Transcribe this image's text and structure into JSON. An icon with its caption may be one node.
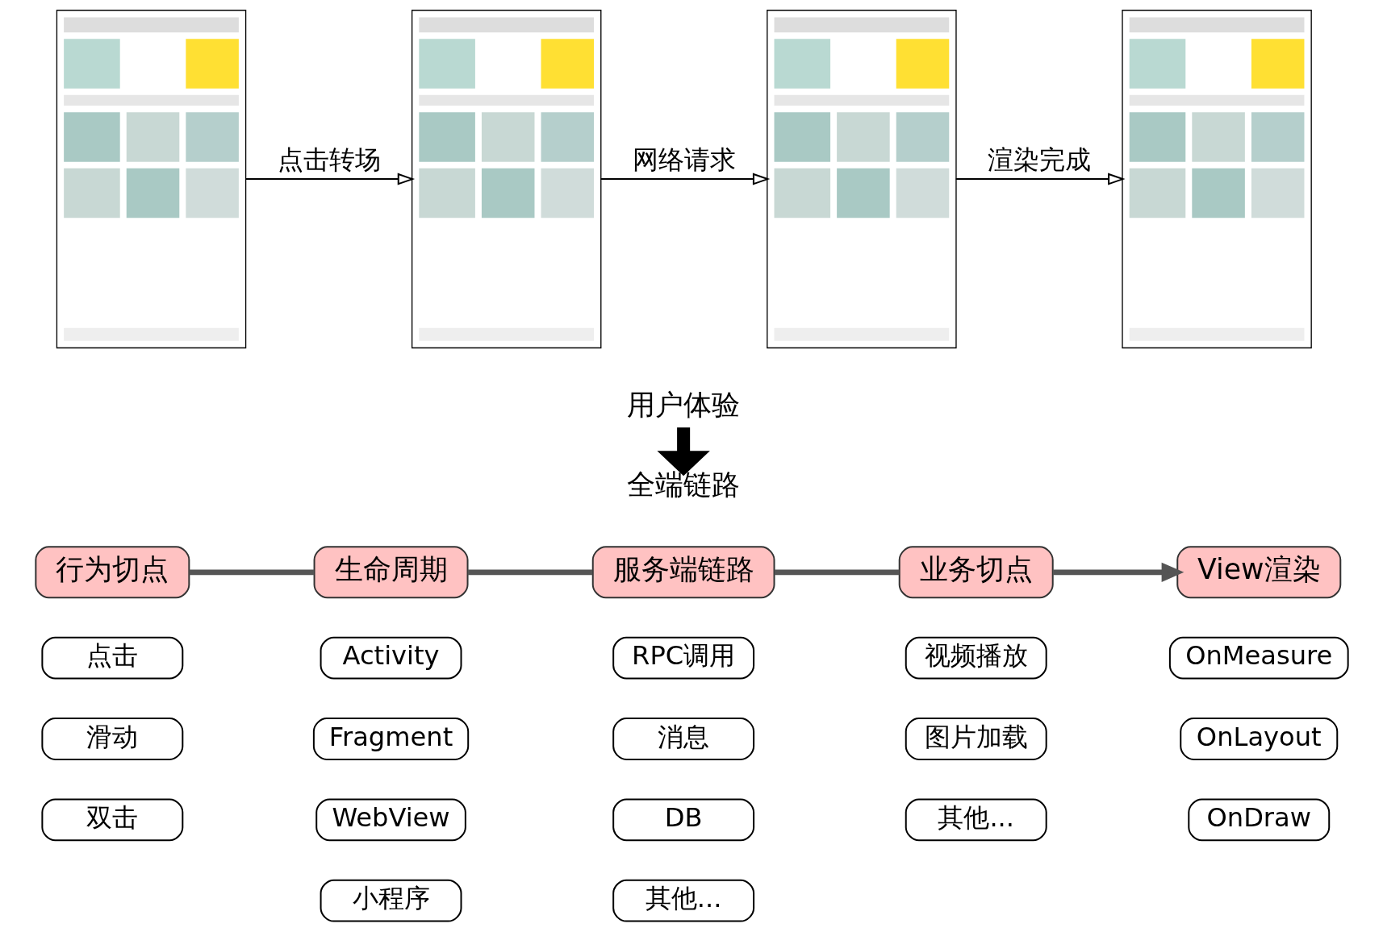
{
  "diagram": {
    "nodes": [
      {
        "text": [],
        "shape": "picture"
      },
      {
        "text": [],
        "shape": "picture"
      },
      {
        "text": [],
        "shape": "picture"
      },
      {
        "text": [],
        "shape": "picture"
      },
      {
        "text": [
          "用户体验"
        ]
      },
      {
        "text": [
          "全端链路"
        ]
      },
      {
        "text": [
          "行为切点"
        ]
      },
      {
        "text": [
          "生命周期"
        ]
      },
      {
        "text": [
          "服务端链路"
        ]
      },
      {
        "text": [
          "业务切点"
        ]
      },
      {
        "text": [
          "View渲染"
        ]
      },
      {
        "text": [
          "点击"
        ]
      },
      {
        "text": [
          "滑动"
        ]
      },
      {
        "text": [
          "双击"
        ]
      },
      {
        "text": [
          "Activity"
        ]
      },
      {
        "text": [
          "Fragment"
        ]
      },
      {
        "text": [
          "WebView"
        ]
      },
      {
        "text": [
          "小程序"
        ]
      },
      {
        "text": [
          "RPC调用"
        ]
      },
      {
        "text": [
          "消息"
        ]
      },
      {
        "text": [
          "DB"
        ]
      },
      {
        "text": [
          "其他..."
        ]
      },
      {
        "text": [
          "视频播放"
        ]
      },
      {
        "text": [
          "图片加载"
        ]
      },
      {
        "text": [
          "其他..."
        ]
      },
      {
        "text": [
          "OnMeasure"
        ]
      },
      {
        "text": [
          "OnLayout"
        ]
      },
      {
        "text": [
          "OnDraw"
        ]
      }
    ],
    "edges": [
      {
        "from": 0,
        "to": 1,
        "arrow": "to",
        "label": "点击转场"
      },
      {
        "from": 1,
        "to": 2,
        "arrow": "to",
        "label": "网络请求"
      },
      {
        "from": 2,
        "to": 3,
        "arrow": "to",
        "label": "渲染完成"
      },
      {
        "from": 4,
        "to": 5,
        "arrow": "to",
        "style": "thick"
      },
      {
        "from": 6,
        "to": 7,
        "arrow": "none",
        "color": "#555555"
      },
      {
        "from": 7,
        "to": 8,
        "arrow": "none",
        "color": "#555555"
      },
      {
        "from": 8,
        "to": 9,
        "arrow": "none",
        "color": "#555555"
      },
      {
        "from": 9,
        "to": 10,
        "arrow": "to",
        "color": "#555555"
      }
    ]
  }
}
